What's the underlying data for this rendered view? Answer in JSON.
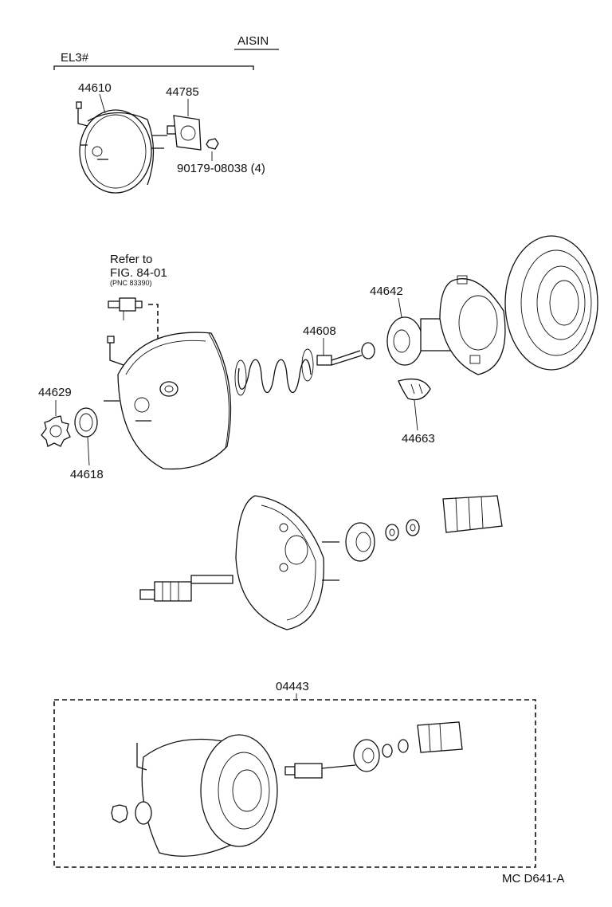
{
  "header": {
    "brand": "AISIN",
    "engine_code": "EL3#"
  },
  "labels": {
    "p44610": "44610",
    "p44785": "44785",
    "p90179": "90179-08038 (4)",
    "refer_line1": "Refer to",
    "refer_line2": "FIG. 84-01",
    "refer_pnc": "(PNC 83390)",
    "p44642": "44642",
    "p44608": "44608",
    "p44629": "44629",
    "p44618": "44618",
    "p44663": "44663",
    "p04443": "04443"
  },
  "footer": {
    "figure_code": "MC  D641-A"
  }
}
